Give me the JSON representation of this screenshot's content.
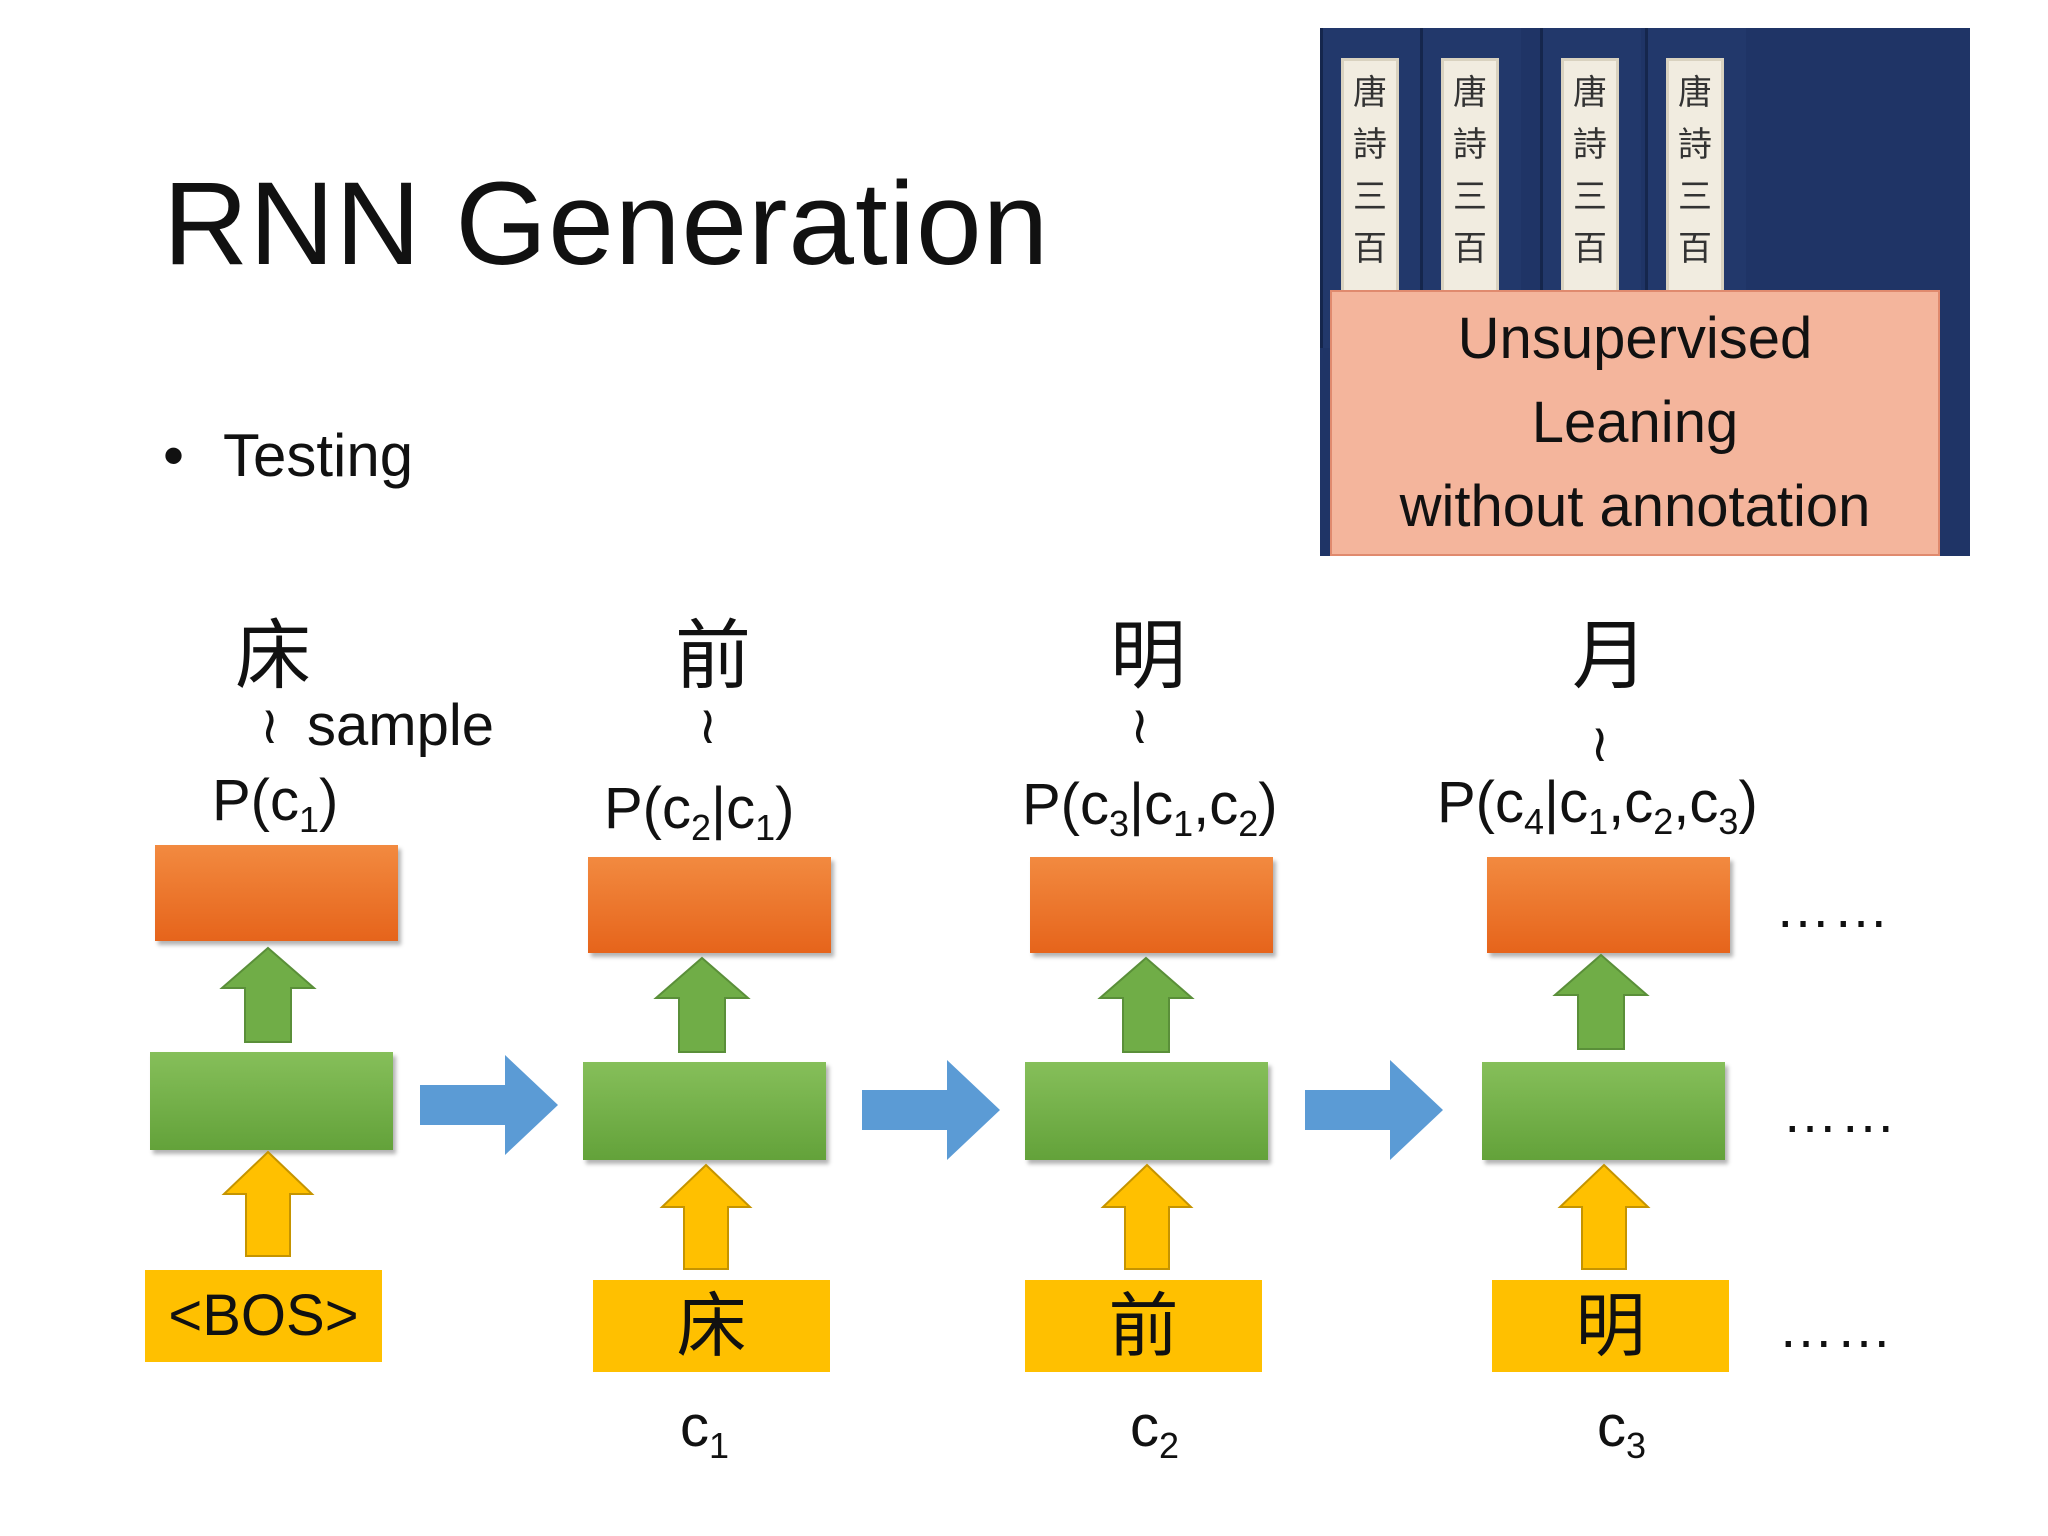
{
  "title": "RNN Generation",
  "bullet": "Testing",
  "callout": {
    "line1": "Unsupervised",
    "line2": "Leaning",
    "line3": "without annotation"
  },
  "photo_label": "唐詩三百",
  "steps": [
    {
      "output_char": "床",
      "tilde": "≀",
      "sample_label": "sample",
      "prob_base": "P(c",
      "prob_sub1": "1",
      "prob_rest": ")",
      "input_label": "<BOS>",
      "input_var": "",
      "input_var_sub": ""
    },
    {
      "output_char": "前",
      "tilde": "≀",
      "prob_base": "P(c",
      "prob_sub1": "2",
      "prob_mid": "|c",
      "prob_sub2": "1",
      "prob_rest": ")",
      "input_label": "床",
      "input_var": "c",
      "input_var_sub": "1"
    },
    {
      "output_char": "明",
      "tilde": "≀",
      "prob_base": "P(c",
      "prob_sub1": "3",
      "prob_mid": "|c",
      "prob_sub2": "1",
      "prob_mid2": ",c",
      "prob_sub3": "2",
      "prob_rest": ")",
      "input_label": "前",
      "input_var": "c",
      "input_var_sub": "2"
    },
    {
      "output_char": "月",
      "tilde": "≀",
      "prob_base": "P(c",
      "prob_sub1": "4",
      "prob_mid": "|c",
      "prob_sub2": "1",
      "prob_mid2": ",c",
      "prob_sub3": "2",
      "prob_mid3": ",c",
      "prob_sub4": "3",
      "prob_rest": ")",
      "input_label": "明",
      "input_var": "c",
      "input_var_sub": "3"
    }
  ],
  "ellipsis": "……",
  "colors": {
    "output_layer": "#ea7030",
    "hidden_layer": "#70ad47",
    "input_box": "#ffc000",
    "up_arrow_hidden": "#70ad47",
    "up_arrow_input": "#ffc000",
    "recurrent_arrow": "#5b9bd5",
    "callout_fill": "#f4b59c"
  }
}
